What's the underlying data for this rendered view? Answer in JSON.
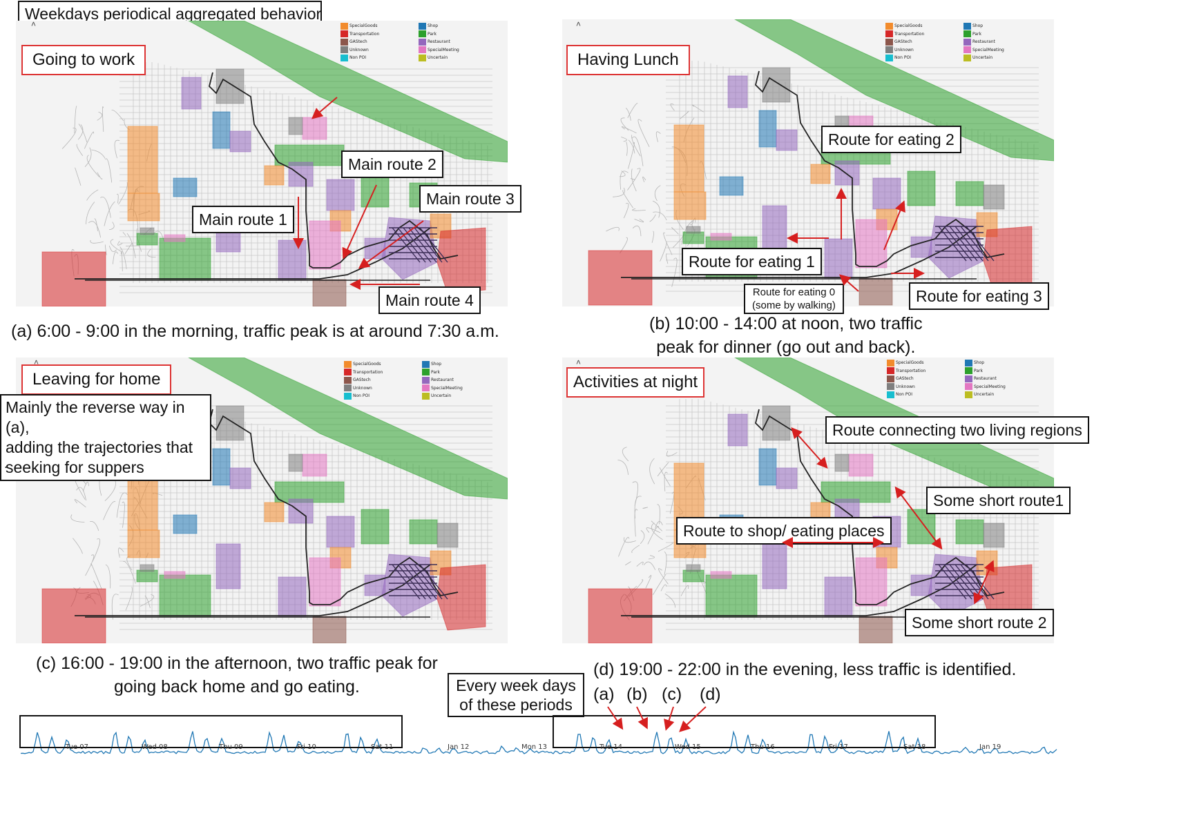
{
  "title": "Weekdays periodical aggregated behavior",
  "legend": [
    {
      "name": "SpecialGoods",
      "color": "#f28b2c"
    },
    {
      "name": "Transportation",
      "color": "#d62728"
    },
    {
      "name": "GAStech",
      "color": "#8c564b"
    },
    {
      "name": "Unknown",
      "color": "#7f7f7f"
    },
    {
      "name": "Non POI",
      "color": "#17becf"
    },
    {
      "name": "Shop",
      "color": "#1f77b4"
    },
    {
      "name": "Park",
      "color": "#2ca02c"
    },
    {
      "name": "Restaurant",
      "color": "#9467bd"
    },
    {
      "name": "SpecialMeeting",
      "color": "#e377c2"
    },
    {
      "name": "Uncertain",
      "color": "#bcbd22"
    }
  ],
  "panels": {
    "a": {
      "heading": "Going to work",
      "caption": "(a) 6:00 - 9:00 in the morning, traffic peak is at around 7:30 a.m.",
      "labels": {
        "r1": "Main route 1",
        "r2": "Main route 2",
        "r3": "Main route 3",
        "r4": "Main route 4"
      }
    },
    "b": {
      "heading": "Having Lunch",
      "caption_l1": "(b) 10:00 - 14:00 at noon, two traffic",
      "caption_l2": "peak for dinner (go out and back).",
      "labels": {
        "e2": "Route for eating 2",
        "e1": "Route for eating 1",
        "e0a": "Route for eating 0",
        "e0b": "(some by walking)",
        "e3": "Route for eating 3"
      }
    },
    "c": {
      "heading": "Leaving for home",
      "caption_l1": "(c) 16:00 - 19:00 in the afternoon, two traffic peak for",
      "caption_l2": "going back home and go eating.",
      "note_l1": "Mainly the reverse way in (a),",
      "note_l2": "adding the trajectories that",
      "note_l3": "seeking for suppers",
      "dot": "."
    },
    "d": {
      "heading": "Activities at night",
      "caption": "(d) 19:00 - 22:00 in the evening, less traffic is identified.",
      "labels": {
        "living": "Route connecting two living regions",
        "short1": "Some short route1",
        "shop": "Route to shop/ eating places",
        "short2": "Some short route 2"
      }
    }
  },
  "timeline": {
    "note_l1": "Every week days",
    "note_l2": "of these periods",
    "period_labels": [
      "(a)",
      "(b)",
      "(c)",
      "(d)"
    ],
    "ticks": [
      "Tue 07",
      "Wed 08",
      "Thu 09",
      "Fri 10",
      "Sat 11",
      "Jan 12",
      "Mon 13",
      "Tue 14",
      "Wed 15",
      "Thu 16",
      "Fri 17",
      "Sat 18",
      "Jan 19"
    ],
    "line_color": "#1f77b4"
  }
}
